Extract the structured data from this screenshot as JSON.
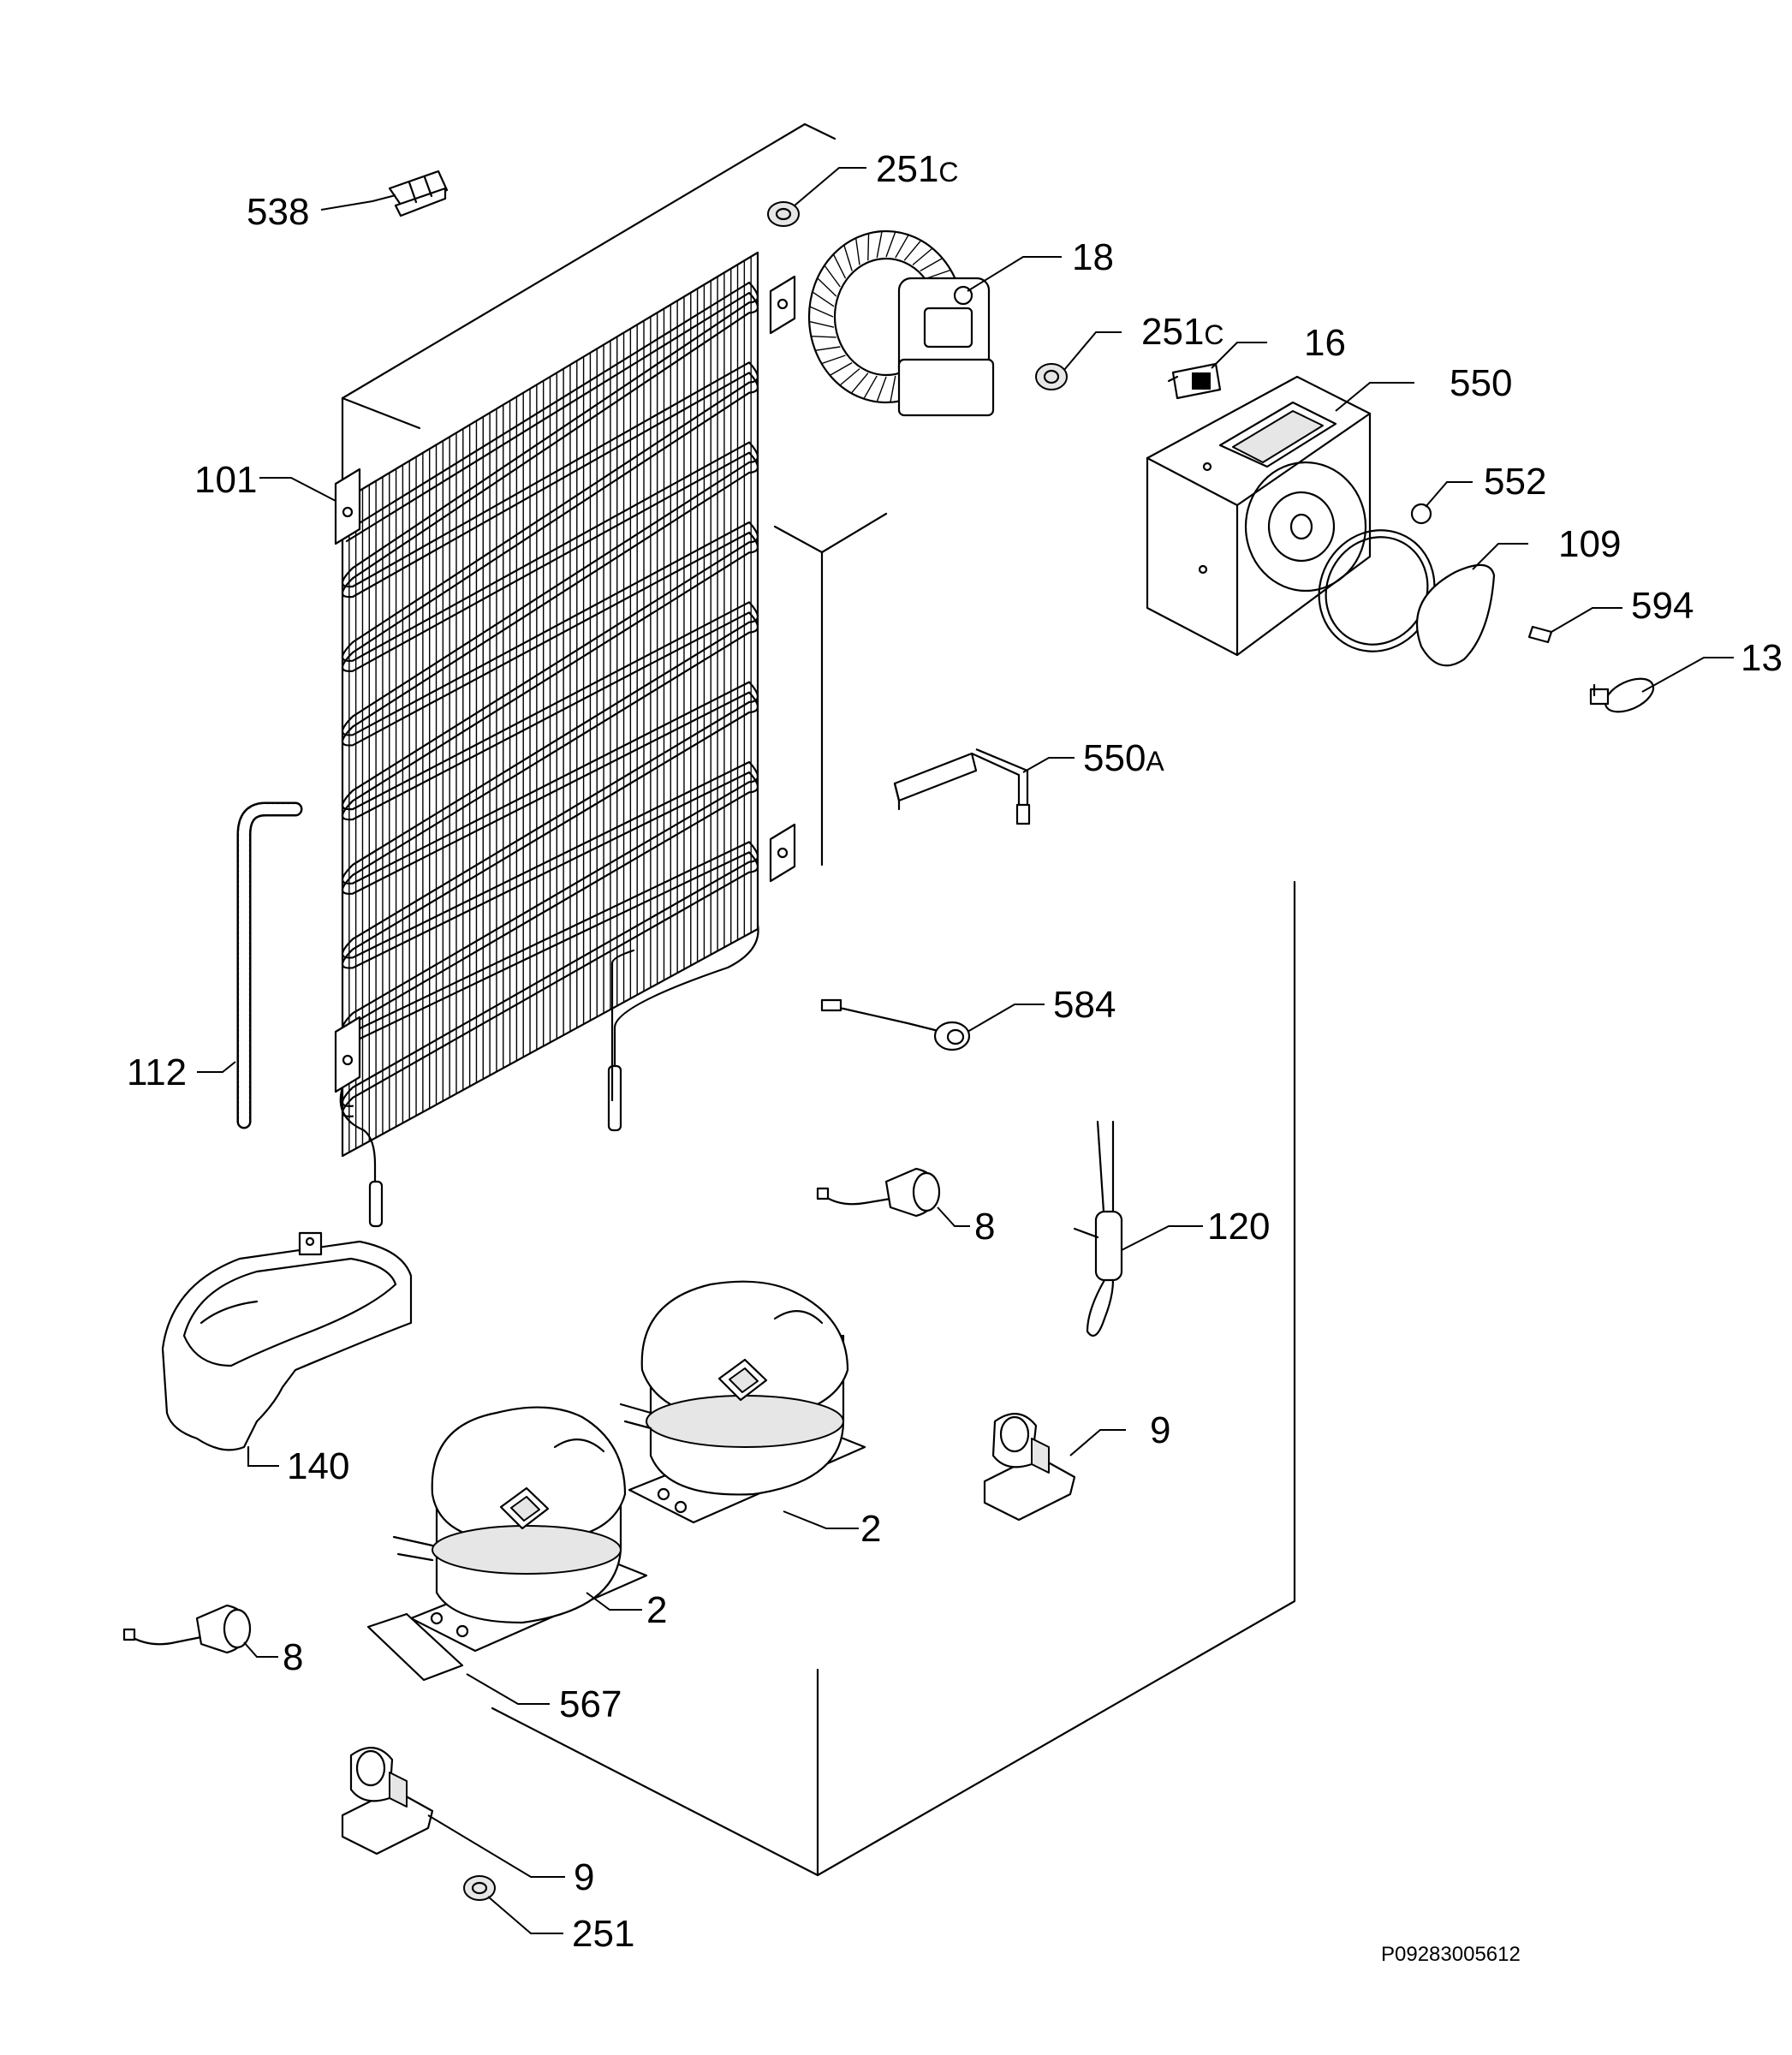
{
  "labels": {
    "p538": "538",
    "p251c_a": "251",
    "p251c_a_suffix": "C",
    "p18": "18",
    "p251c_b": "251",
    "p251c_b_suffix": "C",
    "p16": "16",
    "p550": "550",
    "p101": "101",
    "p552": "552",
    "p109": "109",
    "p594": "594",
    "p13": "13",
    "p550a": "550",
    "p550a_suffix": "A",
    "p112": "112",
    "p584": "584",
    "p8_a": "8",
    "p120": "120",
    "p140": "140",
    "p9_a": "9",
    "p2_a": "2",
    "p2_b": "2",
    "p8_b": "8",
    "p567": "567",
    "p9_b": "9",
    "p251": "251"
  },
  "document_id": "P09283005612"
}
